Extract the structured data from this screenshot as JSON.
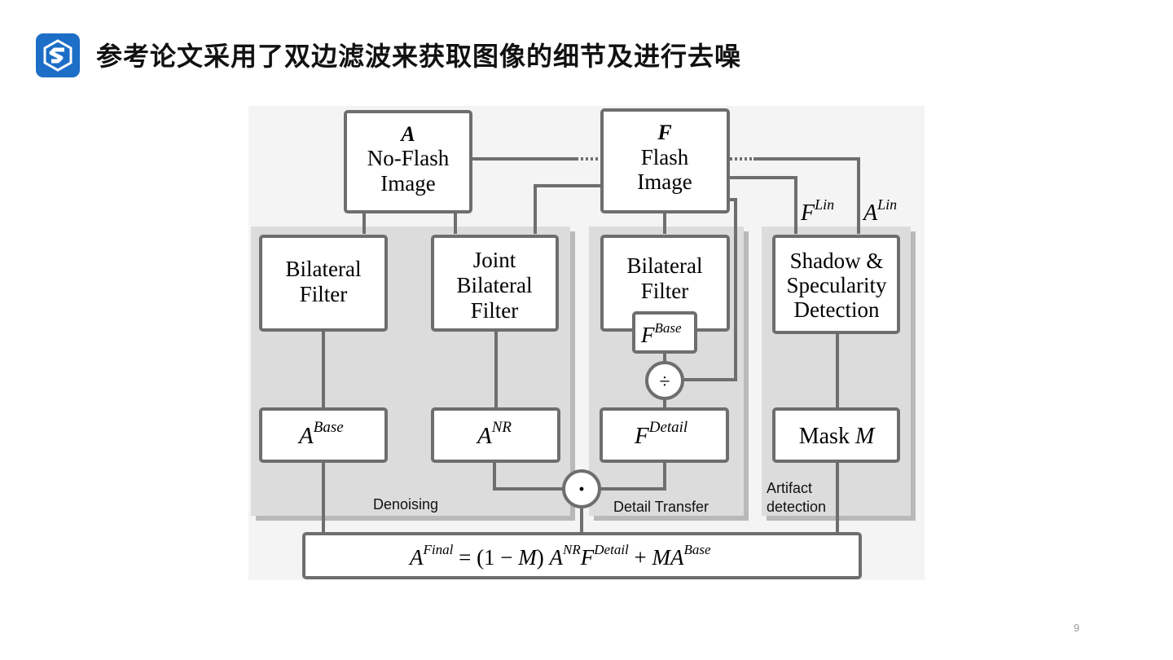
{
  "slide": {
    "title": "参考论文采用了双边滤波来获取图像的细节及进行去噪",
    "page_number": "9"
  },
  "diagram": {
    "inputs": {
      "no_flash": {
        "symbol": "A",
        "line1": "No-Flash",
        "line2": "Image"
      },
      "flash": {
        "symbol": "F",
        "line1": "Flash",
        "line2": "Image"
      }
    },
    "linear_labels": {
      "f_lin": {
        "base": "F",
        "sup": "Lin"
      },
      "a_lin": {
        "base": "A",
        "sup": "Lin"
      }
    },
    "groups": {
      "denoising": "Denoising",
      "detail_transfer": "Detail Transfer",
      "artifact_line1": "Artifact",
      "artifact_line2": "detection"
    },
    "filters": {
      "bilateral_a": {
        "line1": "Bilateral",
        "line2": "Filter"
      },
      "joint_bilateral": {
        "line1": "Joint",
        "line2": "Bilateral",
        "line3": "Filter"
      },
      "bilateral_f": {
        "line1": "Bilateral",
        "line2": "Filter"
      },
      "shadow_detect": {
        "line1": "Shadow &",
        "line2": "Specularity",
        "line3": "Detection"
      }
    },
    "outputs": {
      "a_base": {
        "base": "A",
        "sup": "Base"
      },
      "a_nr": {
        "base": "A",
        "sup": "NR"
      },
      "f_base": {
        "base": "F",
        "sup": "Base"
      },
      "f_detail": {
        "base": "F",
        "sup": "Detail"
      },
      "mask": {
        "text": "Mask ",
        "var": "M"
      }
    },
    "operators": {
      "divide": "÷",
      "multiply": "·"
    },
    "final_formula": {
      "lhs": "A",
      "lhs_sup": "Final",
      "eq": " = (1 − ",
      "m1": "M",
      "paren_close": ") ",
      "a": "A",
      "a_sup": "NR",
      "f": "F",
      "f_sup": "Detail",
      "plus": " + ",
      "ma": "MA",
      "ma_sup": "Base"
    },
    "colors": {
      "panel": "#dcdcdc",
      "stroke": "#6e6e6e",
      "box_fill": "#ffffff",
      "background": "#f4f4f4"
    }
  }
}
